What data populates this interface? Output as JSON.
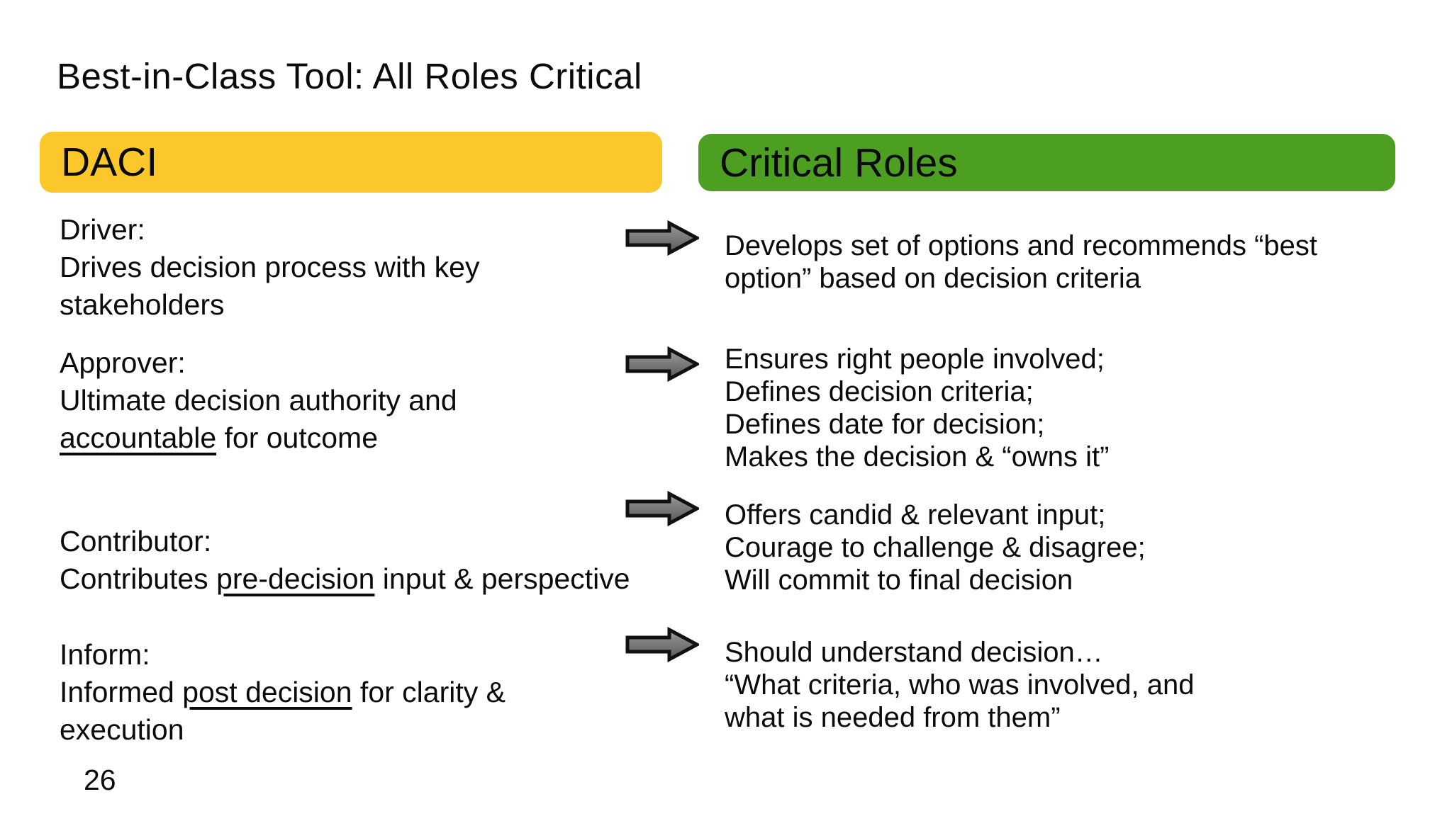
{
  "slide": {
    "title": "Best-in-Class Tool: All Roles Critical",
    "page_number": "26"
  },
  "headers": {
    "left": {
      "label": "DACI",
      "color": "#FCC72B"
    },
    "right": {
      "label": "Critical Roles",
      "color": "#4C9F21"
    }
  },
  "colors": {
    "background": "#FFFFFF",
    "text": "#0B0B0B",
    "arrow_outline": "#111111",
    "arrow_fill_top": "#9B9B9B",
    "arrow_fill_bottom": "#595959"
  },
  "icons": {
    "row_connector": "right-arrow-icon"
  },
  "rows": [
    {
      "key": "driver",
      "left_lines": [
        [
          {
            "t": "Driver:"
          }
        ],
        [
          {
            "t": "Drives decision process with key"
          }
        ],
        [
          {
            "t": "stakeholders"
          }
        ]
      ],
      "right_lines": [
        "Develops set of options and recommends “best",
        "option” based on decision criteria"
      ]
    },
    {
      "key": "approver",
      "left_lines": [
        [
          {
            "t": "Approver:"
          }
        ],
        [
          {
            "t": "Ultimate decision authority and"
          }
        ],
        [
          {
            "t": "accountable",
            "u": true
          },
          {
            "t": " for outcome"
          }
        ]
      ],
      "right_lines": [
        "Ensures right people involved;",
        "Defines decision criteria;",
        "Defines date for decision;",
        "Makes the decision & “owns it”"
      ]
    },
    {
      "key": "contributor",
      "left_lines": [
        [
          {
            "t": "Contributor:"
          }
        ],
        [
          {
            "t": "Contributes "
          },
          {
            "t": "pre-decision",
            "u": true
          },
          {
            "t": " input & perspective"
          }
        ]
      ],
      "right_lines": [
        "Offers candid & relevant input;",
        "Courage to challenge & disagree;",
        "Will commit to final decision"
      ]
    },
    {
      "key": "inform",
      "left_lines": [
        [
          {
            "t": "Inform:"
          }
        ],
        [
          {
            "t": "Informed "
          },
          {
            "t": "post decision",
            "u": true
          },
          {
            "t": " for clarity &"
          }
        ],
        [
          {
            "t": "execution"
          }
        ]
      ],
      "right_lines": [
        "Should understand decision…",
        "“What criteria, who was involved, and",
        "what is needed from them”"
      ]
    }
  ]
}
